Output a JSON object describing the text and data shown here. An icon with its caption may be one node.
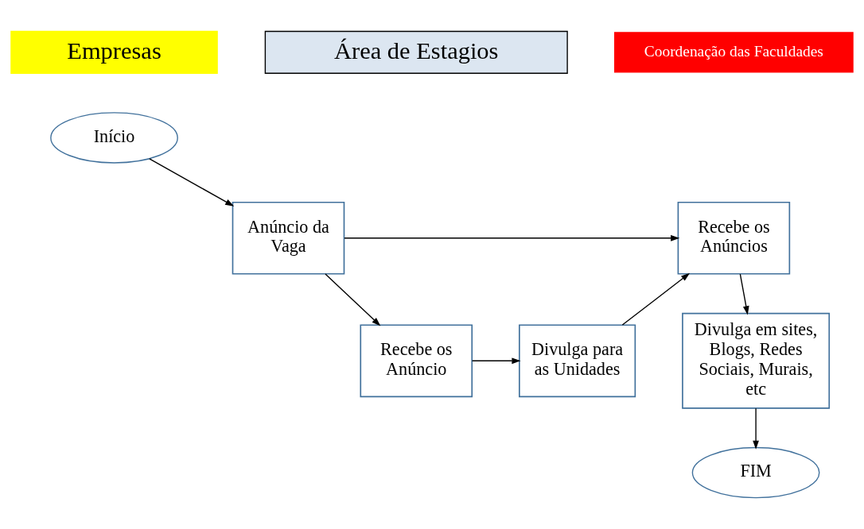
{
  "diagram": {
    "nodes": [
      {
        "text": [
          "Empresas"
        ]
      },
      {
        "text": [
          "Área de Estagios"
        ]
      },
      {
        "text": [
          "Coordenação das Faculdades"
        ]
      },
      {
        "text": [
          "Início"
        ]
      },
      {
        "text": [
          "Anúncio da Vaga"
        ]
      },
      {
        "text": [
          "Recebe os Anúncios"
        ]
      },
      {
        "text": [
          "Recebe os Anúncio"
        ]
      },
      {
        "text": [
          "Divulga para as Unidades"
        ]
      },
      {
        "text": [
          "Divulga em sites, Blogs, Redes Sociais, Murais, etc"
        ]
      },
      {
        "text": [
          "FIM"
        ]
      }
    ],
    "edges": [
      {
        "from": 3,
        "to": 4,
        "arrow": "to"
      },
      {
        "from": 4,
        "to": 5,
        "arrow": "to"
      },
      {
        "from": 4,
        "to": 6,
        "arrow": "to"
      },
      {
        "from": 6,
        "to": 7,
        "arrow": "to"
      },
      {
        "from": 7,
        "to": 5,
        "arrow": "to"
      },
      {
        "from": 5,
        "to": 8,
        "arrow": "to"
      },
      {
        "from": 8,
        "to": 9,
        "arrow": "to"
      }
    ]
  }
}
